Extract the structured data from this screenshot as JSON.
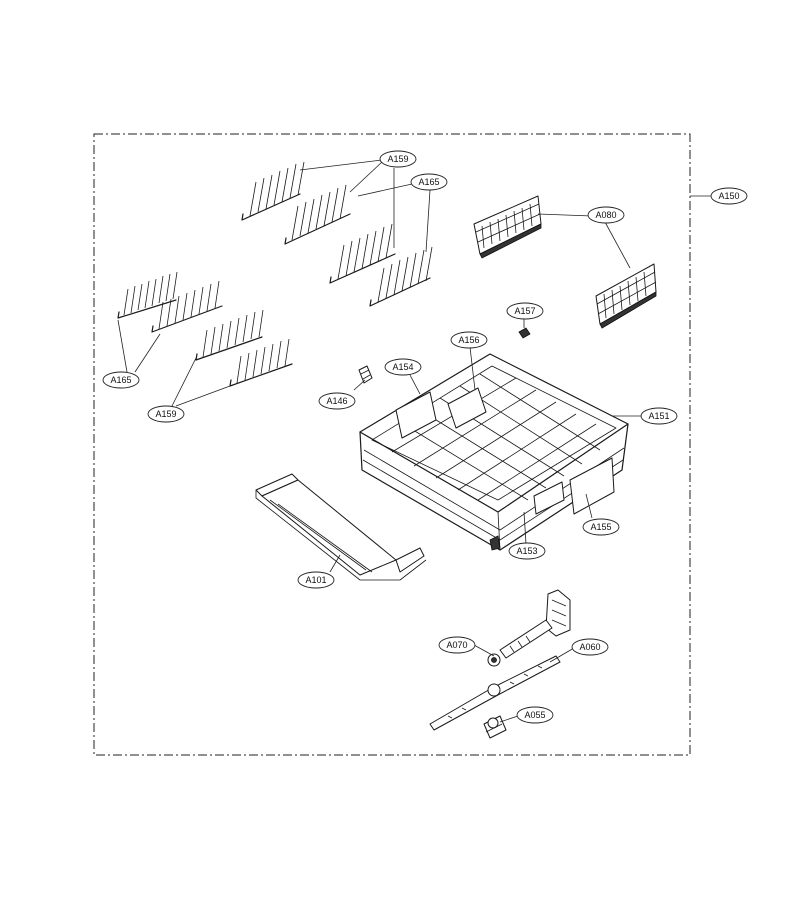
{
  "labels": {
    "A150": "A150",
    "A159_top": "A159",
    "A165_top": "A165",
    "A080": "A080",
    "A157": "A157",
    "A156": "A156",
    "A154": "A154",
    "A146": "A146",
    "A151": "A151",
    "A165_left": "A165",
    "A159_left": "A159",
    "A155": "A155",
    "A153": "A153",
    "A101": "A101",
    "A070": "A070",
    "A060": "A060",
    "A055": "A055"
  }
}
